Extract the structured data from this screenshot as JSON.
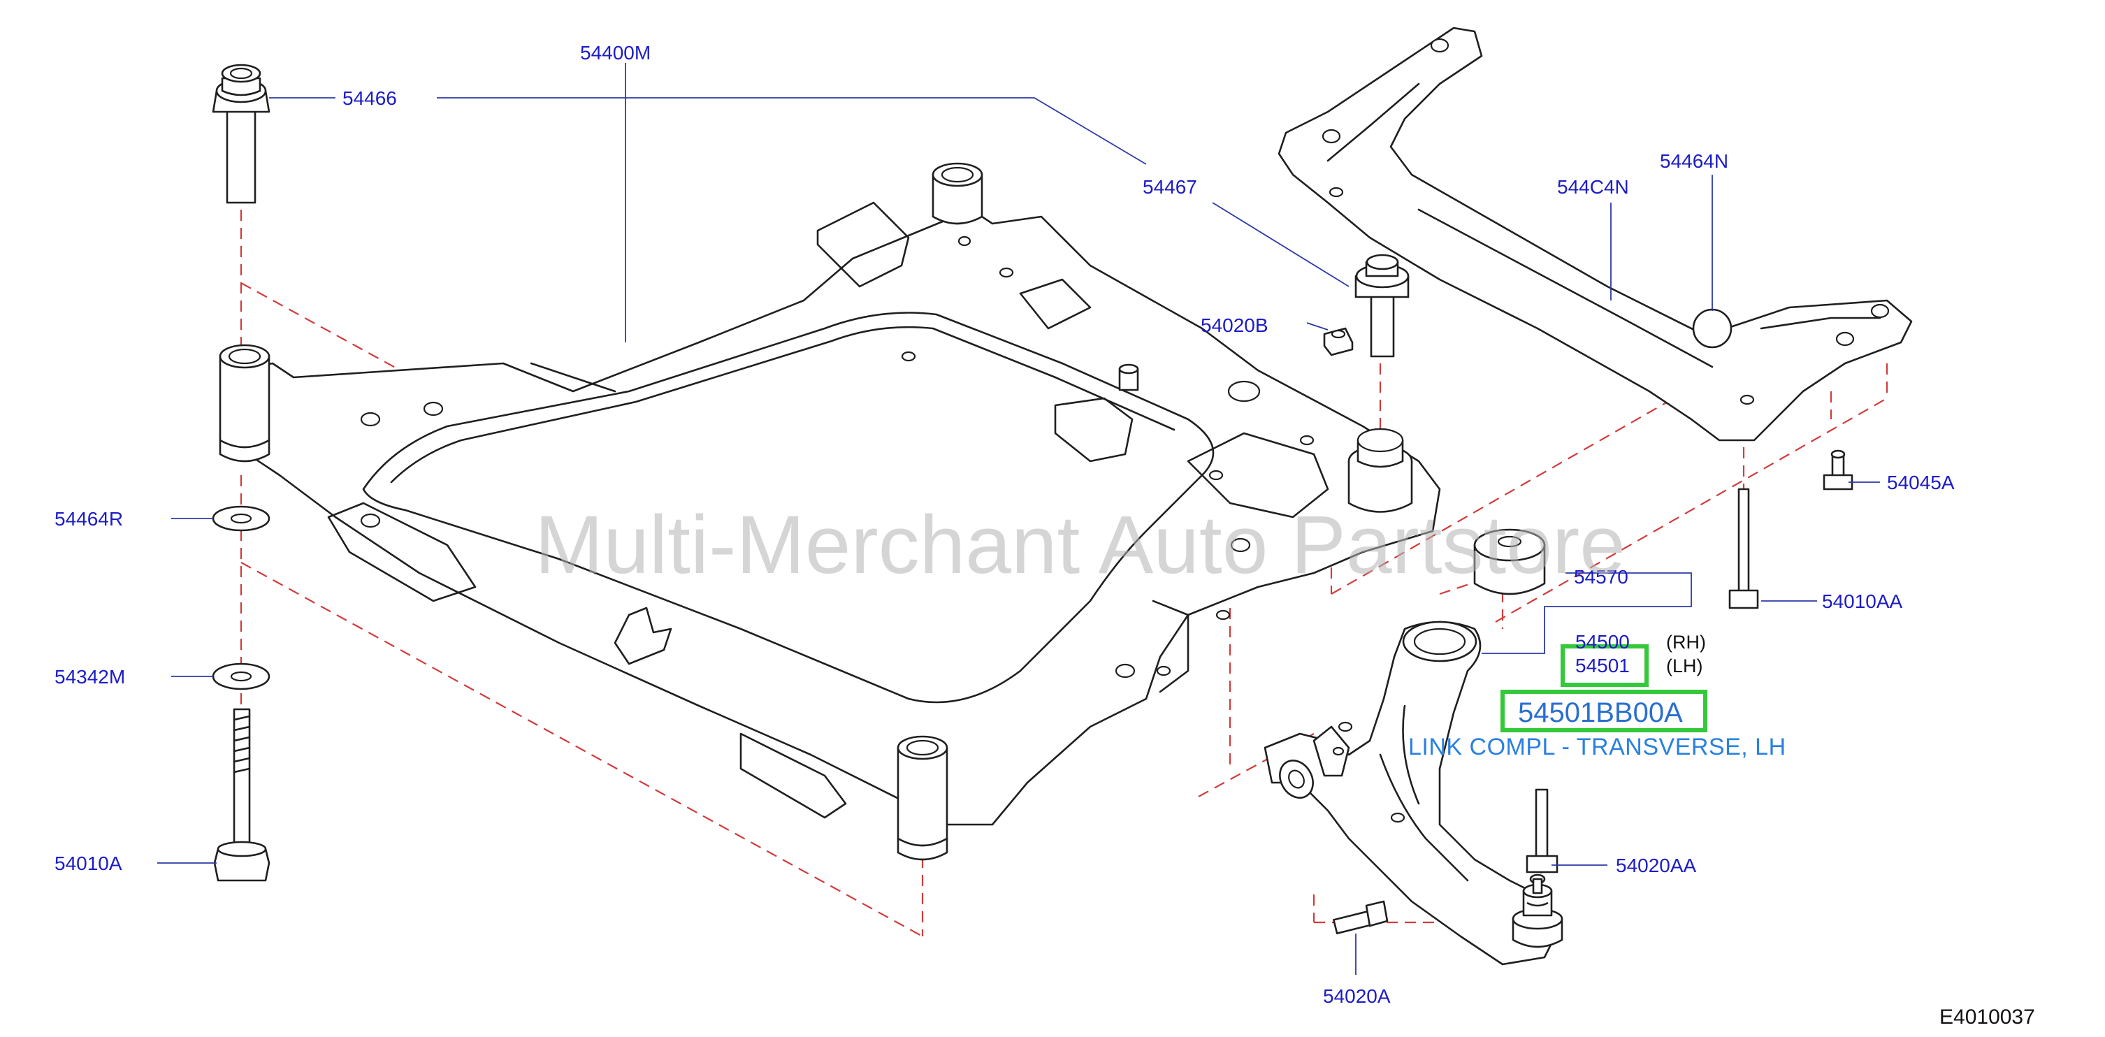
{
  "diagram": {
    "parts": {
      "p54400M": "54400M",
      "p54466": "54466",
      "p54467": "54467",
      "p54020B": "54020B",
      "p544C4N": "544C4N",
      "p54464N": "54464N",
      "p54045A": "54045A",
      "p54464R": "54464R",
      "p54570": "54570",
      "p54010AA": "54010AA",
      "p54500": "54500",
      "p54501": "54501",
      "p54342M": "54342M",
      "p54010A": "54010A",
      "p54020AA": "54020AA",
      "p54020A": "54020A"
    },
    "side_rh": "(RH)",
    "side_lh": "(LH)",
    "highlight_part": "54501BB00A",
    "highlight_description": "LINK COMPL - TRANSVERSE, LH",
    "watermark": "Multi-Merchant Auto Partstore",
    "diagram_code": "E4010037"
  },
  "colors": {
    "label": "#1c1cc8",
    "highlight_box": "#34c83a",
    "highlight_text": "#2a80e0",
    "dashed_lines": "#d23b3b"
  }
}
